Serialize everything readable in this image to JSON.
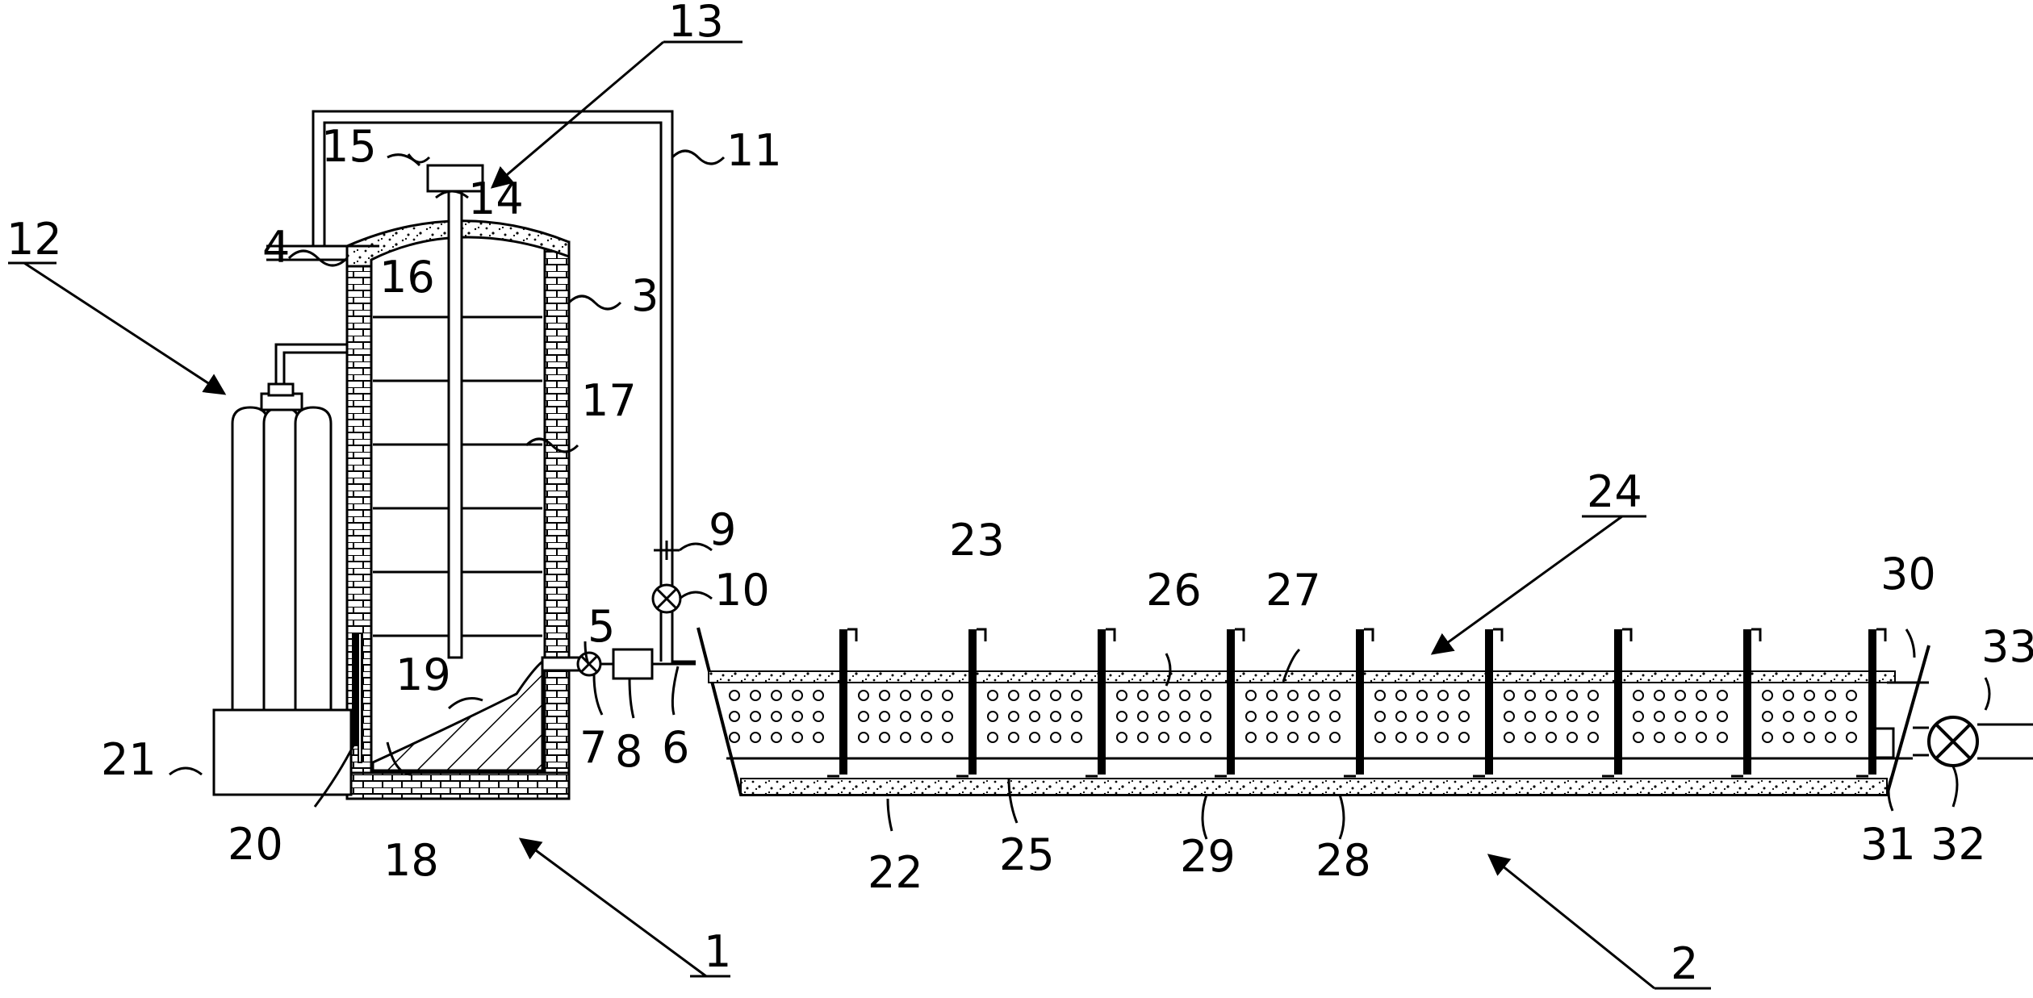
{
  "labels": {
    "l1": "1",
    "l2": "2",
    "l3": "3",
    "l4": "4",
    "l5": "5",
    "l6": "6",
    "l7": "7",
    "l8": "8",
    "l9": "9",
    "l10": "10",
    "l11": "11",
    "l12": "12",
    "l13": "13",
    "l14": "14",
    "l15": "15",
    "l16": "16",
    "l17": "17",
    "l18": "18",
    "l19": "19",
    "l20": "20",
    "l21": "21",
    "l22": "22",
    "l23": "23",
    "l24": "24",
    "l25": "25",
    "l26": "26",
    "l27": "27",
    "l28": "28",
    "l29": "29",
    "l30": "30",
    "l31": "31",
    "l32": "32",
    "l33": "33"
  },
  "colors": {
    "line": "#000000",
    "background": "#ffffff"
  }
}
